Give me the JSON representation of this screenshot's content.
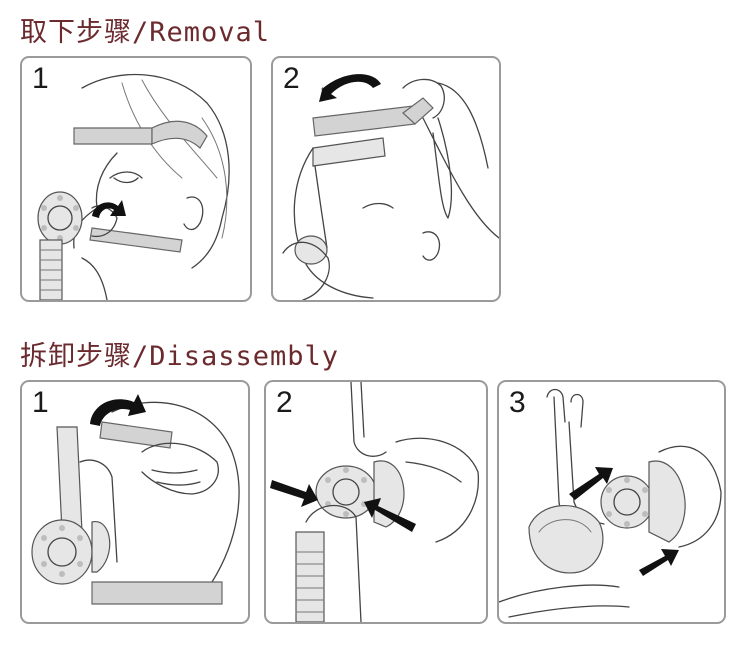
{
  "headings": {
    "removal": "取下步骤/Removal",
    "disassembly": "拆卸步骤/Disassembly"
  },
  "removal_steps": [
    {
      "number": "1"
    },
    {
      "number": "2"
    }
  ],
  "disassembly_steps": [
    {
      "number": "1"
    },
    {
      "number": "2"
    },
    {
      "number": "3"
    }
  ],
  "colors": {
    "heading": "#6b2a2e",
    "panel_border": "#9a9a9a",
    "arrow": "#111111",
    "strap": "#d3d3d3"
  }
}
